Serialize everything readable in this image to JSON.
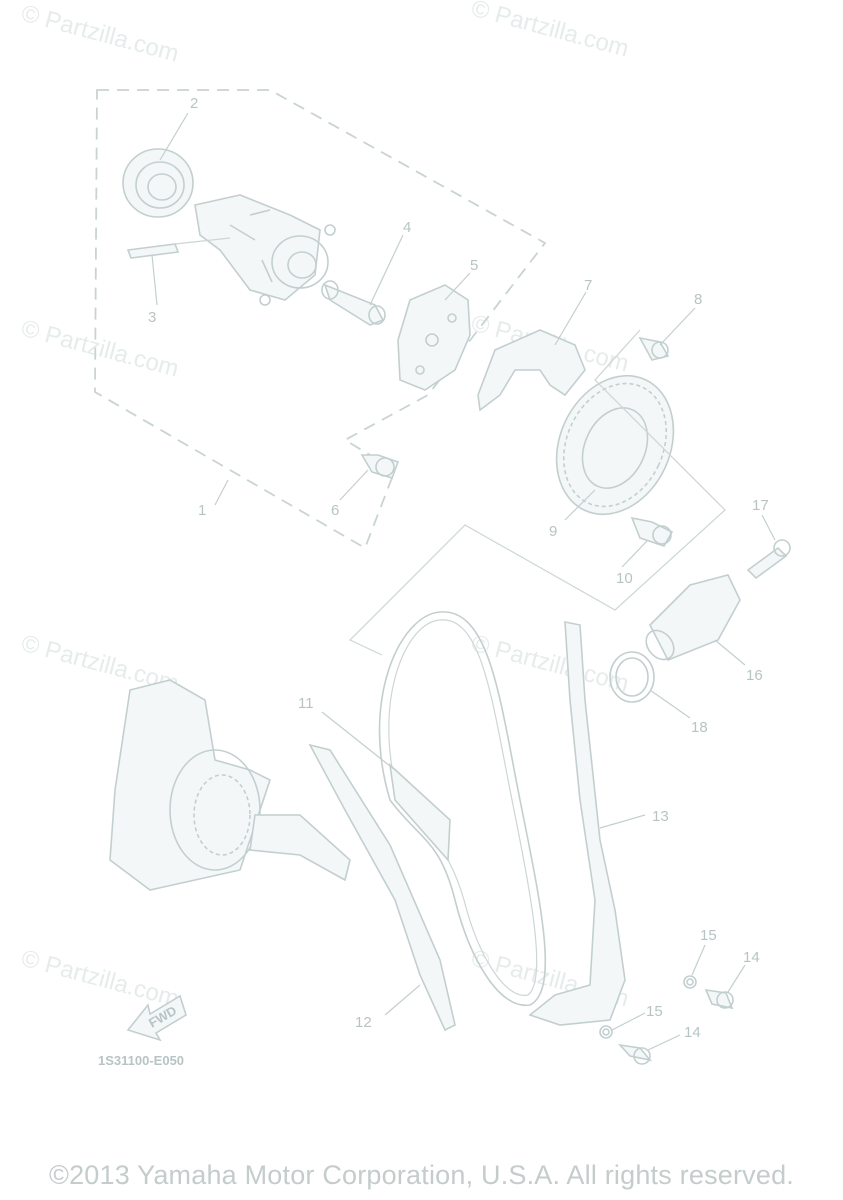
{
  "watermarks": [
    "© Partzilla.com",
    "© Partzilla.com",
    "© Partzilla.com",
    "© Partzilla.com",
    "© Partzilla.com",
    "© Partzilla.com",
    "© Partzilla.com",
    "© Partzilla.com"
  ],
  "callouts": {
    "c1": "1",
    "c2": "2",
    "c3": "3",
    "c4": "4",
    "c5": "5",
    "c6": "6",
    "c7": "7",
    "c8": "8",
    "c9": "9",
    "c10": "10",
    "c11": "11",
    "c12": "12",
    "c13": "13",
    "c14a": "14",
    "c14b": "14",
    "c15a": "15",
    "c15b": "15",
    "c16": "16",
    "c17": "17",
    "c18": "18"
  },
  "arrow_label": "FWD",
  "diagram_code": "1S31100-E050",
  "copyright": "©2013 Yamaha Motor Corporation, U.S.A. All rights reserved."
}
